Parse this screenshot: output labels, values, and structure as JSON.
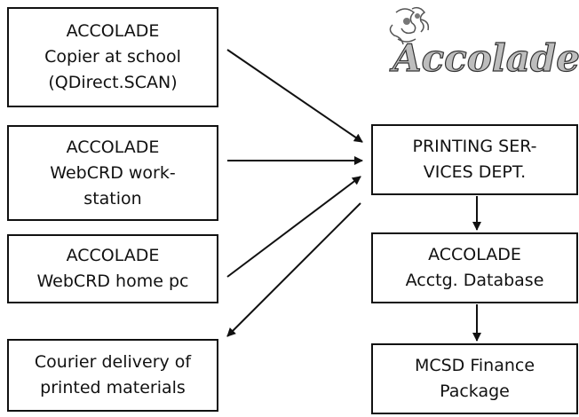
{
  "logo": {
    "text": "Accolade"
  },
  "boxes": {
    "copier": {
      "lines": [
        "ACCOLADE",
        "Copier at school",
        "(QDirect.SCAN)"
      ]
    },
    "workstation": {
      "lines": [
        "ACCOLADE",
        "WebCRD work-",
        "station"
      ]
    },
    "homepc": {
      "lines": [
        "ACCOLADE",
        "WebCRD home pc"
      ]
    },
    "courier": {
      "lines": [
        "Courier delivery of",
        "printed materials"
      ]
    },
    "printing": {
      "lines": [
        "PRINTING SER-",
        "VICES DEPT."
      ]
    },
    "database": {
      "lines": [
        "ACCOLADE",
        "Acctg. Database"
      ]
    },
    "finance": {
      "lines": [
        "MCSD Finance",
        "Package"
      ]
    }
  }
}
